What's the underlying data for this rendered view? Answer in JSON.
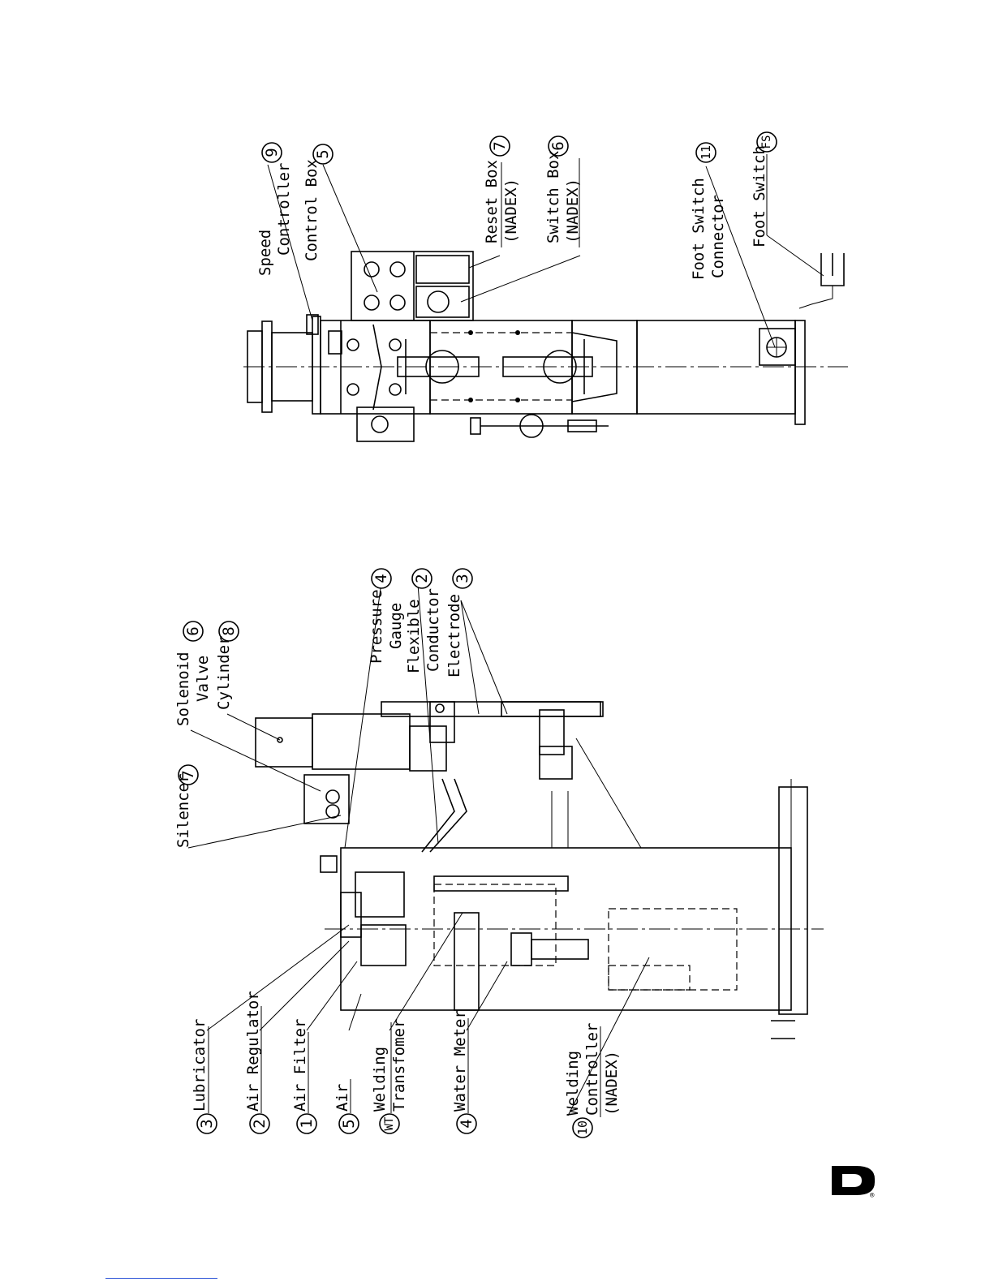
{
  "front_labels": [
    {
      "num": "9",
      "lines": [
        "Speed",
        "Controller"
      ]
    },
    {
      "num": "5",
      "lines": [
        "Control Box"
      ]
    },
    {
      "num": "7",
      "lines": [
        "Reset Box",
        "(NADEX)"
      ]
    },
    {
      "num": "6",
      "lines": [
        "Switch Box",
        "(NADEX)"
      ]
    },
    {
      "num": "11",
      "lines": [
        "Foot Switch",
        "Connector"
      ]
    },
    {
      "num": "FS",
      "lines": [
        "Foot Switch"
      ]
    }
  ],
  "side_top_labels": [
    {
      "num": "7",
      "lines": [
        "Silencer"
      ]
    },
    {
      "num": "6",
      "lines": [
        "Solenoid",
        "Valve"
      ]
    },
    {
      "num": "8",
      "lines": [
        "Cylinder"
      ]
    },
    {
      "num": "4",
      "lines": [
        "Pressure",
        "Gauge"
      ]
    },
    {
      "num": "2",
      "lines": [
        "Flexible",
        "Conductor"
      ]
    },
    {
      "num": "3",
      "lines": [
        "Electrode"
      ]
    }
  ],
  "side_bottom_labels": [
    {
      "num": "3",
      "lines": [
        "Lubricator"
      ]
    },
    {
      "num": "2",
      "lines": [
        "Air Regulator"
      ]
    },
    {
      "num": "1",
      "lines": [
        "Air Filter"
      ]
    },
    {
      "num": "5",
      "lines": [
        "Air"
      ]
    },
    {
      "num": "WT",
      "lines": [
        "Welding",
        "Transfomer"
      ]
    },
    {
      "num": "4",
      "lines": [
        "Water Meter"
      ]
    },
    {
      "num": "10",
      "lines": [
        "Welding",
        "Controller",
        "(NADEX)"
      ]
    }
  ],
  "logo": {
    "letter": "D",
    "mark": "®"
  }
}
